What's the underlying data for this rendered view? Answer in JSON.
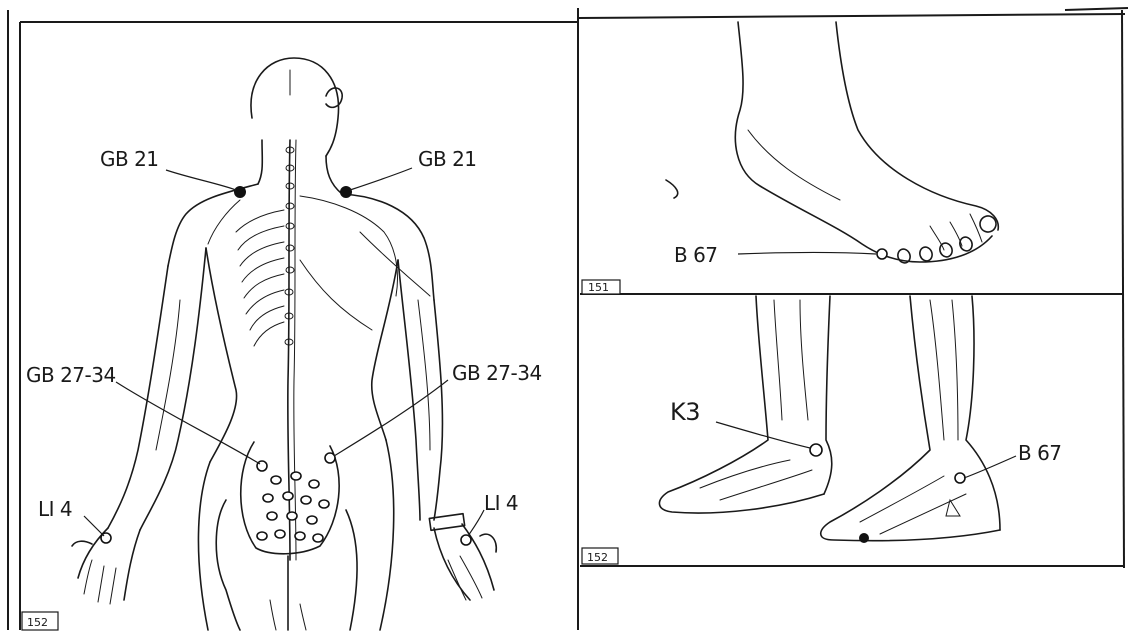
{
  "figures": {
    "back_view": {
      "fig_number": "152",
      "labels": {
        "gb21_left": "GB 21",
        "gb21_right": "GB 21",
        "gb27_34_left": "GB 27-34",
        "gb27_34_right": "GB 27-34",
        "li4_left": "LI 4",
        "li4_right": "LI 4"
      }
    },
    "foot_side": {
      "fig_number": "151",
      "labels": {
        "b67": "B 67"
      }
    },
    "ankles": {
      "fig_number": "152",
      "labels": {
        "k3": "K3",
        "b67": "B 67"
      }
    }
  },
  "colors": {
    "ink": "#1a1a1a",
    "paper": "#ffffff"
  }
}
